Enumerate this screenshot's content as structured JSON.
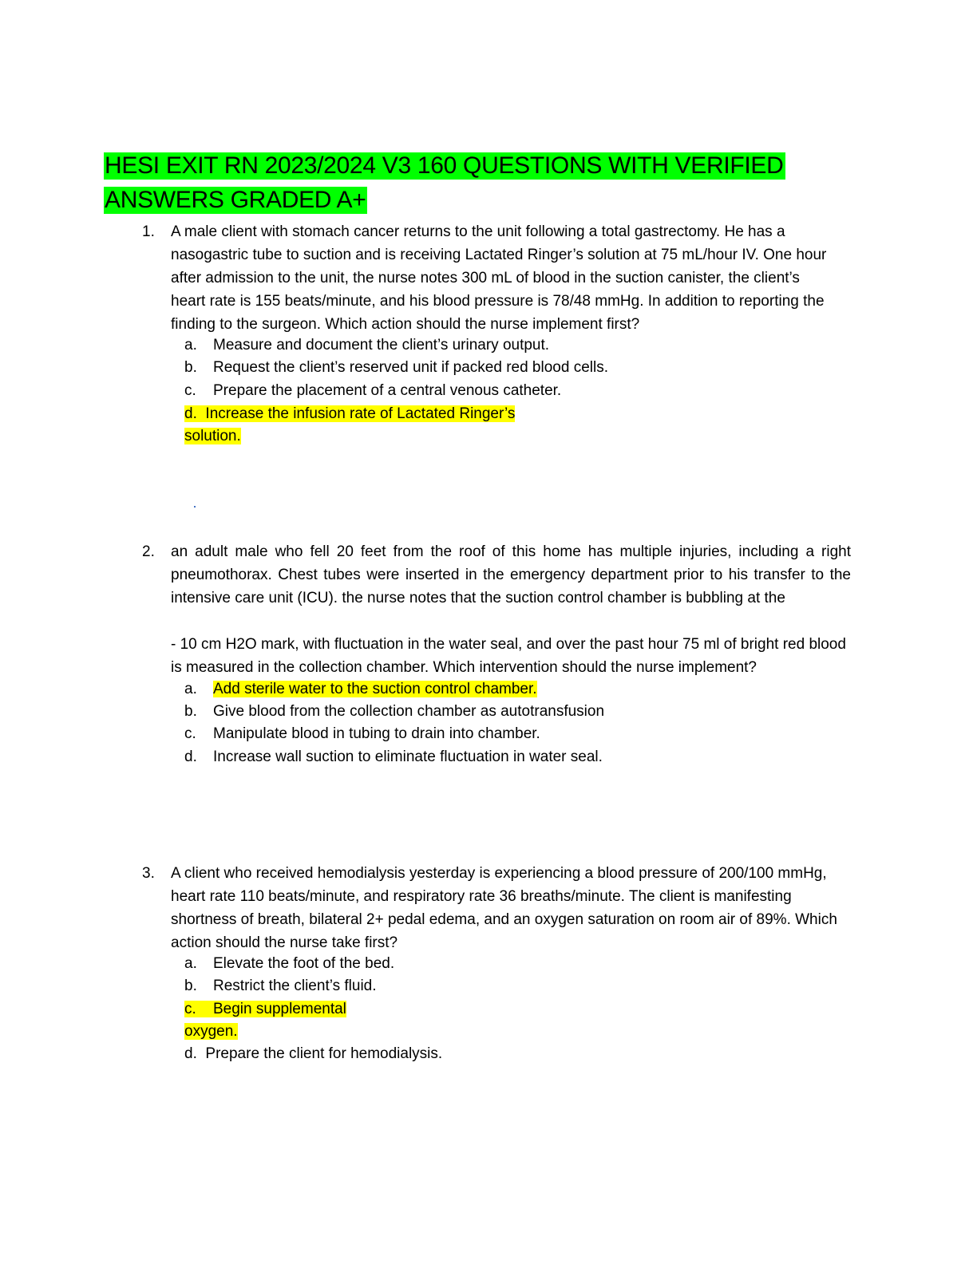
{
  "title": {
    "line1": "HESI EXIT RN 2023/2024 V3 160 QUESTIONS WITH VERIFIED",
    "line2": "ANSWERS GRADED A+"
  },
  "questions": [
    {
      "number": "1.",
      "text": "A male client with stomach cancer returns to the unit following a total gastrectomy. He has a nasogastric tube to suction and is receiving Lactated Ringer’s solution at 75 mL/hour IV. One hour after admission to the unit, the nurse notes 300 mL of blood in the suction canister, the client’s heart rate is 155 beats/minute, and his blood pressure is 78/48 mmHg. In addition to reporting the finding to the surgeon. Which action should the nurse implement first?",
      "options": [
        {
          "letter": "a.",
          "text": "Measure and document the client’s urinary output."
        },
        {
          "letter": "b.",
          "text": "Request the client’s reserved unit if packed red blood cells."
        },
        {
          "letter": "c.",
          "text": "Prepare the placement of a central venous catheter."
        },
        {
          "letter": "d.",
          "text": "Increase the infusion rate of Lactated Ringer’s",
          "text2": "solution."
        }
      ]
    },
    {
      "number": "2.",
      "text": "an adult male who fell 20 feet from the roof of this home has multiple injuries, including a right pneumothorax. Chest tubes were inserted in the emergency department prior to his transfer to the intensive care unit (ICU). the nurse notes that the suction control chamber is bubbling at the",
      "text_cont": "- 10 cm H2O mark, with fluctuation in the water seal, and over the past hour 75 ml of bright red blood is measured in the collection chamber. Which intervention should the nurse implement?",
      "options": [
        {
          "letter": "a.",
          "text": "Add sterile water to the suction control chamber."
        },
        {
          "letter": "b.",
          "text": "Give blood from the collection chamber as autotransfusion"
        },
        {
          "letter": "c.",
          "text": "Manipulate blood in tubing to drain into  chamber."
        },
        {
          "letter": "d.",
          "text": "Increase wall suction to eliminate fluctuation in water seal."
        }
      ]
    },
    {
      "number": "3.",
      "text": "A client who received hemodialysis yesterday is experiencing a blood pressure of 200/100 mmHg, heart rate 110 beats/minute, and respiratory rate 36 breaths/minute. The client is manifesting shortness of breath, bilateral 2+ pedal edema, and an oxygen saturation on room air of 89%. Which action should the nurse take first?",
      "options": [
        {
          "letter": "a.",
          "text": "Elevate the foot of the bed."
        },
        {
          "letter": "b.",
          "text": "Restrict  the  client’s  fluid."
        },
        {
          "letter": "c.",
          "text": "Begin supplemental",
          "text2": "oxygen."
        },
        {
          "letter": "d.",
          "text": "Prepare the client for hemodialysis."
        }
      ]
    }
  ],
  "colors": {
    "title_highlight": "#00ff00",
    "answer_highlight": "#ffff00"
  }
}
